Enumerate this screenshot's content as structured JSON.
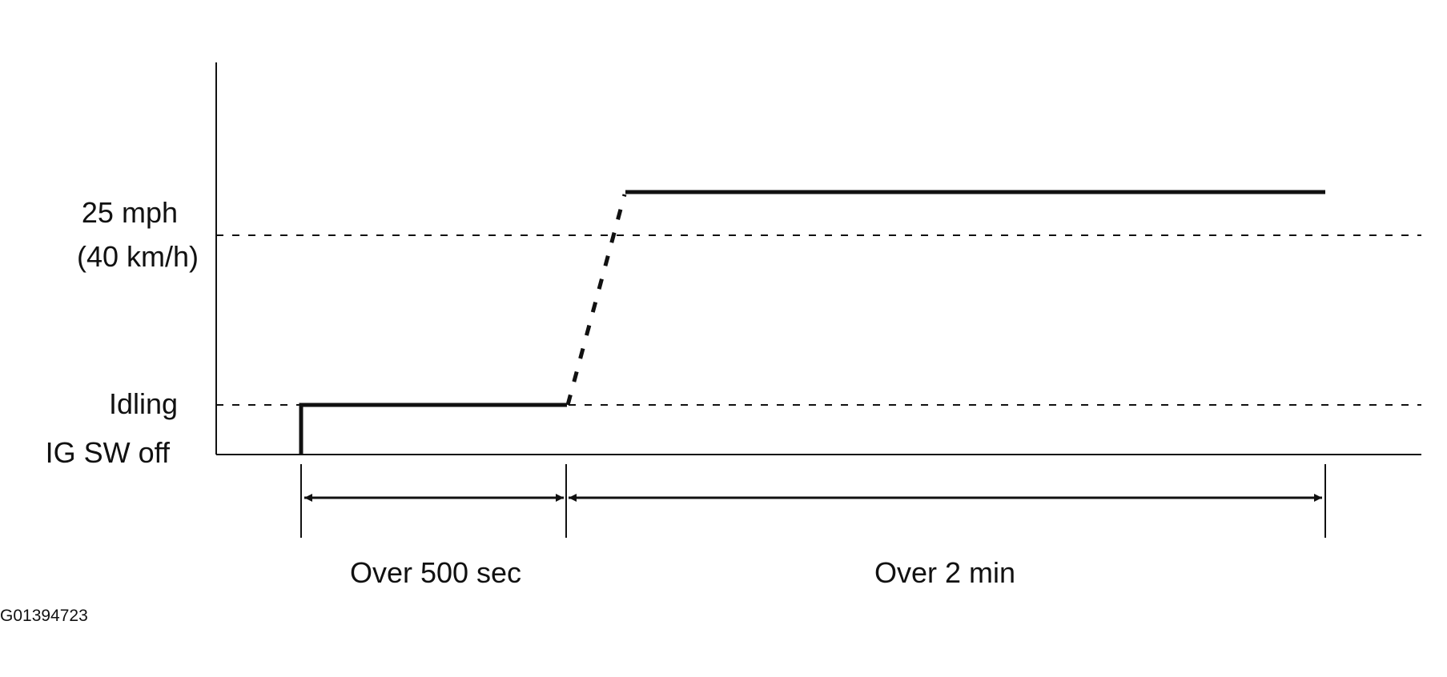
{
  "figure_code": "G01394723",
  "y_axis": {
    "levels": [
      {
        "id": "speed",
        "lines": [
          "25 mph",
          "(40 km/h)"
        ]
      },
      {
        "id": "idle",
        "lines": [
          "Idling"
        ]
      },
      {
        "id": "off",
        "lines": [
          "IG SW off"
        ]
      }
    ]
  },
  "phases": [
    {
      "id": "idle",
      "label": "Over 500 sec"
    },
    {
      "id": "drive",
      "label": "Over 2 min"
    }
  ],
  "colors": {
    "ink": "#111111",
    "background": "#ffffff"
  }
}
